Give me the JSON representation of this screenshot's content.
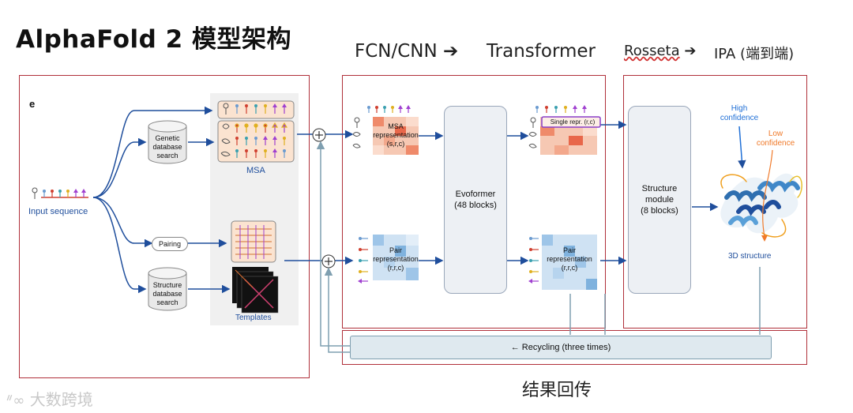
{
  "title": "AlphaFold 2 模型架构",
  "headers": {
    "fcn_cnn": "FCN/CNN",
    "transformer": "Transformer",
    "rosseta": "Rosseta",
    "ipa": "IPA (端到端)"
  },
  "panel_letter": "e",
  "left": {
    "input_sequence": "Input sequence",
    "genetic_db": "Genetic\ndatabase\nsearch",
    "pairing": "Pairing",
    "structure_db": "Structure\ndatabase\nsearch",
    "msa": "MSA",
    "templates": "Templates"
  },
  "middle": {
    "msa_repr": "MSA\nrepresentation\n(s,r,c)",
    "pair_repr": "Pair\nrepresentation\n(r,r,c)",
    "evoformer": "Evoformer\n(48 blocks)",
    "single_repr": "Single repr. (r,c)",
    "pair_repr_out": "Pair\nrepresentation\n(r,r,c)"
  },
  "right": {
    "structure_module": "Structure\nmodule\n(8 blocks)",
    "high_conf": "High\nconfidence",
    "low_conf": "Low\nconfidence",
    "structure_3d": "3D structure"
  },
  "recycling": "← Recycling (three times)",
  "footer": "结果回传",
  "watermark": "大数跨境",
  "colors": {
    "frame_red": "#b0303a",
    "arrow_blue": "#1f4e9c",
    "recycle_gray": "#7f9fb0",
    "msa_heat": "#e8674a",
    "pair_heat": "#7fb2de",
    "high_conf_blue": "#1f6fd6",
    "low_conf_orange": "#f07a2a"
  }
}
